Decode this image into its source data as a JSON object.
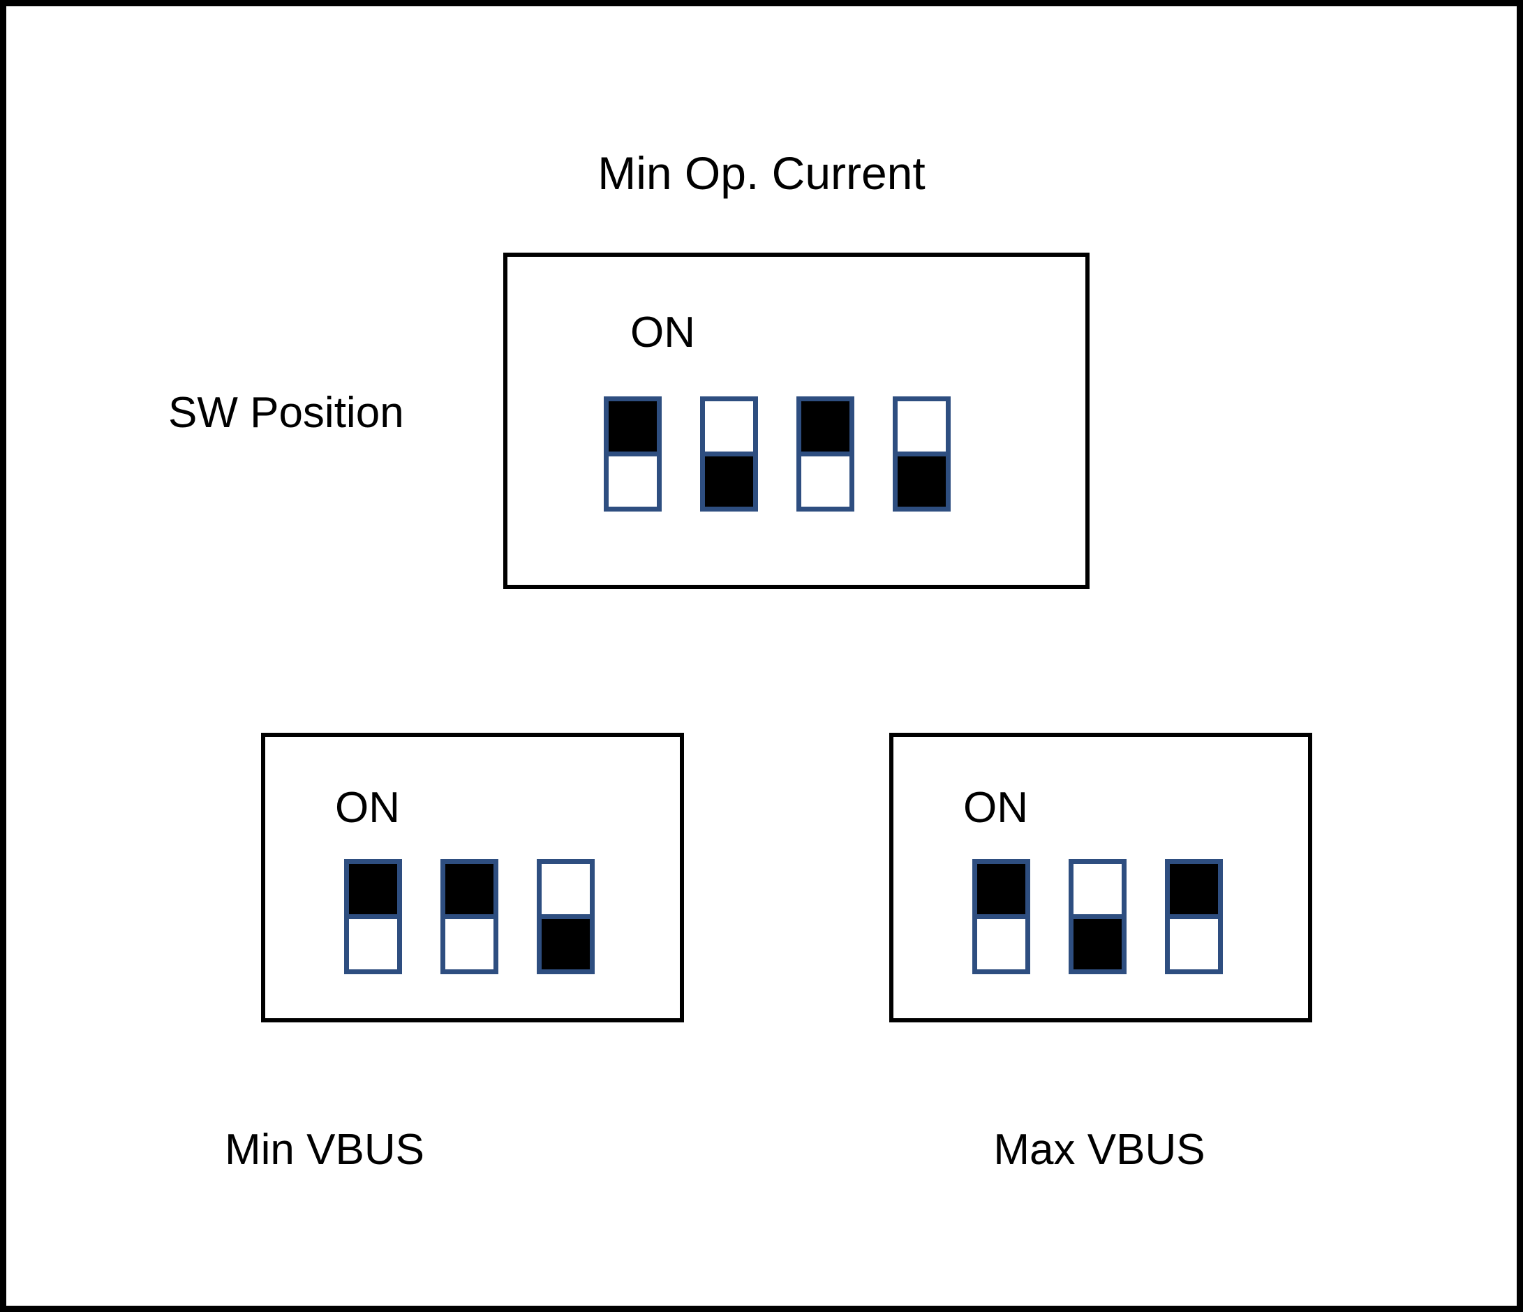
{
  "figure": {
    "title": "Min Op. Current",
    "row_label": "SW Position",
    "on_label": "ON",
    "colors": {
      "switch_border": "#2E4E80",
      "switch_on_fill": "#000000",
      "switch_off_fill": "#FFFFFF",
      "block_border": "#000000",
      "page_border": "#000000",
      "background": "#FFFFFF"
    }
  },
  "blocks": [
    {
      "id": "min-op-current",
      "caption_above": "Min Op. Current",
      "on_label": "ON",
      "switch_count": 4,
      "switches": [
        {
          "index": 1,
          "state": "ON",
          "top_filled": true,
          "bottom_filled": false
        },
        {
          "index": 2,
          "state": "OFF",
          "top_filled": false,
          "bottom_filled": true
        },
        {
          "index": 3,
          "state": "ON",
          "top_filled": true,
          "bottom_filled": false
        },
        {
          "index": 4,
          "state": "OFF",
          "top_filled": false,
          "bottom_filled": true
        }
      ]
    },
    {
      "id": "min-vbus",
      "caption_below": "Min VBUS",
      "on_label": "ON",
      "switch_count": 3,
      "switches": [
        {
          "index": 1,
          "state": "ON",
          "top_filled": true,
          "bottom_filled": false
        },
        {
          "index": 2,
          "state": "ON",
          "top_filled": true,
          "bottom_filled": false
        },
        {
          "index": 3,
          "state": "OFF",
          "top_filled": false,
          "bottom_filled": true
        }
      ]
    },
    {
      "id": "max-vbus",
      "caption_below": "Max VBUS",
      "on_label": "ON",
      "switch_count": 3,
      "switches": [
        {
          "index": 1,
          "state": "ON",
          "top_filled": true,
          "bottom_filled": false
        },
        {
          "index": 2,
          "state": "OFF",
          "top_filled": false,
          "bottom_filled": true
        },
        {
          "index": 3,
          "state": "ON",
          "top_filled": true,
          "bottom_filled": false
        }
      ]
    }
  ]
}
